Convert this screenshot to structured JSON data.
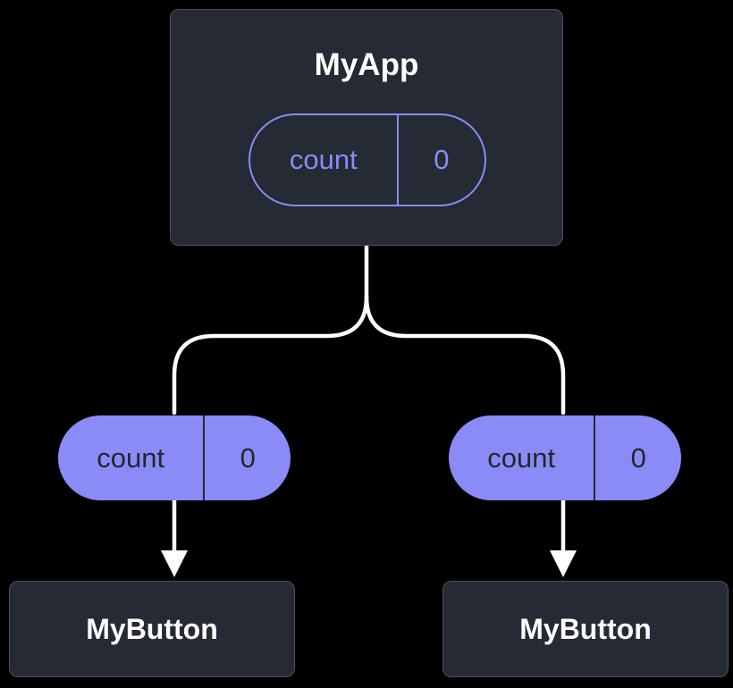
{
  "diagram": {
    "type": "component-tree",
    "root": {
      "label": "MyApp",
      "state": {
        "key": "count",
        "value": "0"
      }
    },
    "props": [
      {
        "key": "count",
        "value": "0"
      },
      {
        "key": "count",
        "value": "0"
      }
    ],
    "children": [
      {
        "label": "MyButton"
      },
      {
        "label": "MyButton"
      }
    ]
  },
  "colors": {
    "background": "#000000",
    "node_fill": "#252a34",
    "node_border": "#4a5160",
    "accent": "#8b8bf7",
    "pill_text_dark": "#23272f",
    "line": "#ffffff"
  }
}
